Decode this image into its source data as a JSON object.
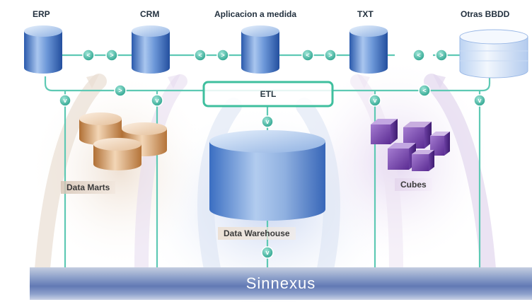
{
  "sources": [
    {
      "label": "ERP"
    },
    {
      "label": "CRM"
    },
    {
      "label": "Aplicacion a medida"
    },
    {
      "label": "TXT"
    },
    {
      "label": "Otras BBDD"
    }
  ],
  "etl": {
    "label": "ETL"
  },
  "data_marts": {
    "label": "Data Marts"
  },
  "cubes": {
    "label": "Cubes"
  },
  "data_warehouse": {
    "label": "Data Warehouse"
  },
  "bottom_bar": {
    "label": "Sinnexus"
  },
  "colors": {
    "connector": "#5ec9b4",
    "badge": "#4cb8a8",
    "etl_border": "#3fbf9e",
    "cylinder_blue": "#2f63b8",
    "data_mart_brown": "#b57a45",
    "cube_purple": "#6a3aa0",
    "bar_blue": "#6279b4"
  }
}
